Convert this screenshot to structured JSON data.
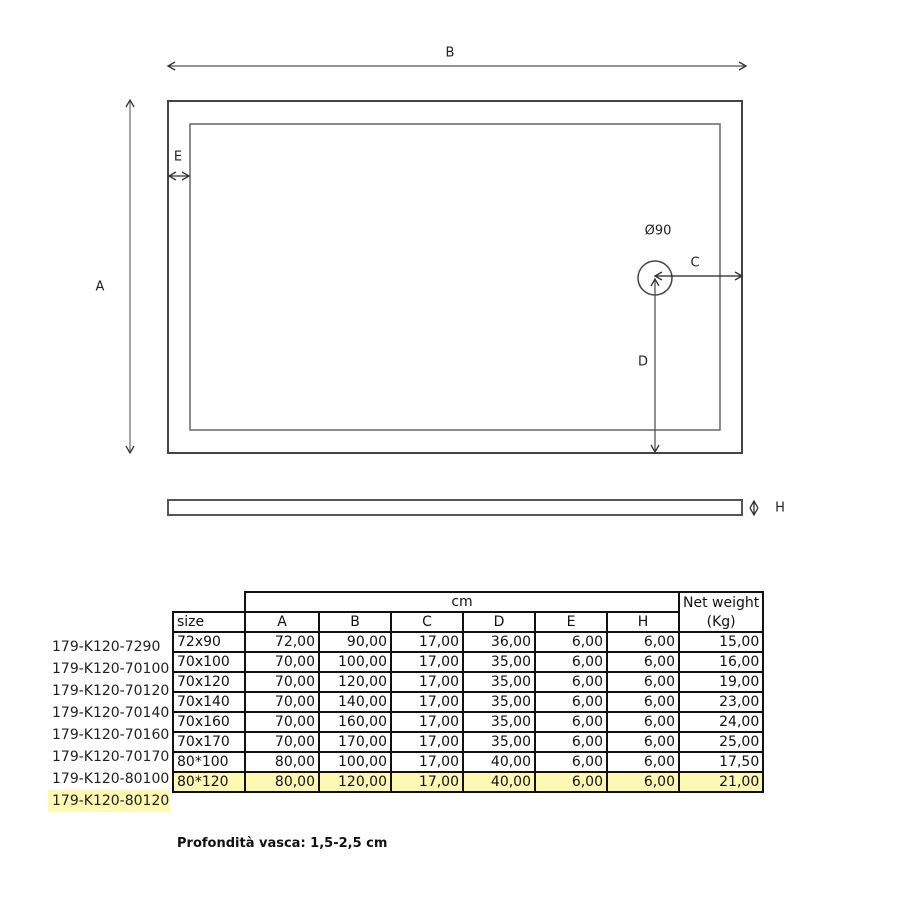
{
  "drawing": {
    "labels": {
      "B": "B",
      "A": "A",
      "E": "E",
      "C": "C",
      "D": "D",
      "H": "H",
      "drain": "Ø90"
    }
  },
  "table": {
    "group_header": "cm",
    "weight_header_line1": "Net weight",
    "weight_header_line2": "(Kg)",
    "columns": [
      "size",
      "A",
      "B",
      "C",
      "D",
      "E",
      "H"
    ],
    "rows": [
      {
        "code": "179-K120-7290",
        "size": "72x90",
        "A": "72,00",
        "B": "90,00",
        "C": "17,00",
        "D": "36,00",
        "E": "6,00",
        "H": "6,00",
        "weight": "15,00"
      },
      {
        "code": "179-K120-70100",
        "size": "70x100",
        "A": "70,00",
        "B": "100,00",
        "C": "17,00",
        "D": "35,00",
        "E": "6,00",
        "H": "6,00",
        "weight": "16,00"
      },
      {
        "code": "179-K120-70120",
        "size": "70x120",
        "A": "70,00",
        "B": "120,00",
        "C": "17,00",
        "D": "35,00",
        "E": "6,00",
        "H": "6,00",
        "weight": "19,00"
      },
      {
        "code": "179-K120-70140",
        "size": "70x140",
        "A": "70,00",
        "B": "140,00",
        "C": "17,00",
        "D": "35,00",
        "E": "6,00",
        "H": "6,00",
        "weight": "23,00"
      },
      {
        "code": "179-K120-70160",
        "size": "70x160",
        "A": "70,00",
        "B": "160,00",
        "C": "17,00",
        "D": "35,00",
        "E": "6,00",
        "H": "6,00",
        "weight": "24,00"
      },
      {
        "code": "179-K120-70170",
        "size": "70x170",
        "A": "70,00",
        "B": "170,00",
        "C": "17,00",
        "D": "35,00",
        "E": "6,00",
        "H": "6,00",
        "weight": "25,00"
      },
      {
        "code": "179-K120-80100",
        "size": "80*100",
        "A": "80,00",
        "B": "100,00",
        "C": "17,00",
        "D": "40,00",
        "E": "6,00",
        "H": "6,00",
        "weight": "17,50"
      },
      {
        "code": "179-K120-80120",
        "size": "80*120",
        "A": "80,00",
        "B": "120,00",
        "C": "17,00",
        "D": "40,00",
        "E": "6,00",
        "H": "6,00",
        "weight": "21,00",
        "highlighted": true
      }
    ],
    "highlight_color": "#fdf8b2"
  },
  "note": "Profondità vasca: 1,5-2,5 cm"
}
